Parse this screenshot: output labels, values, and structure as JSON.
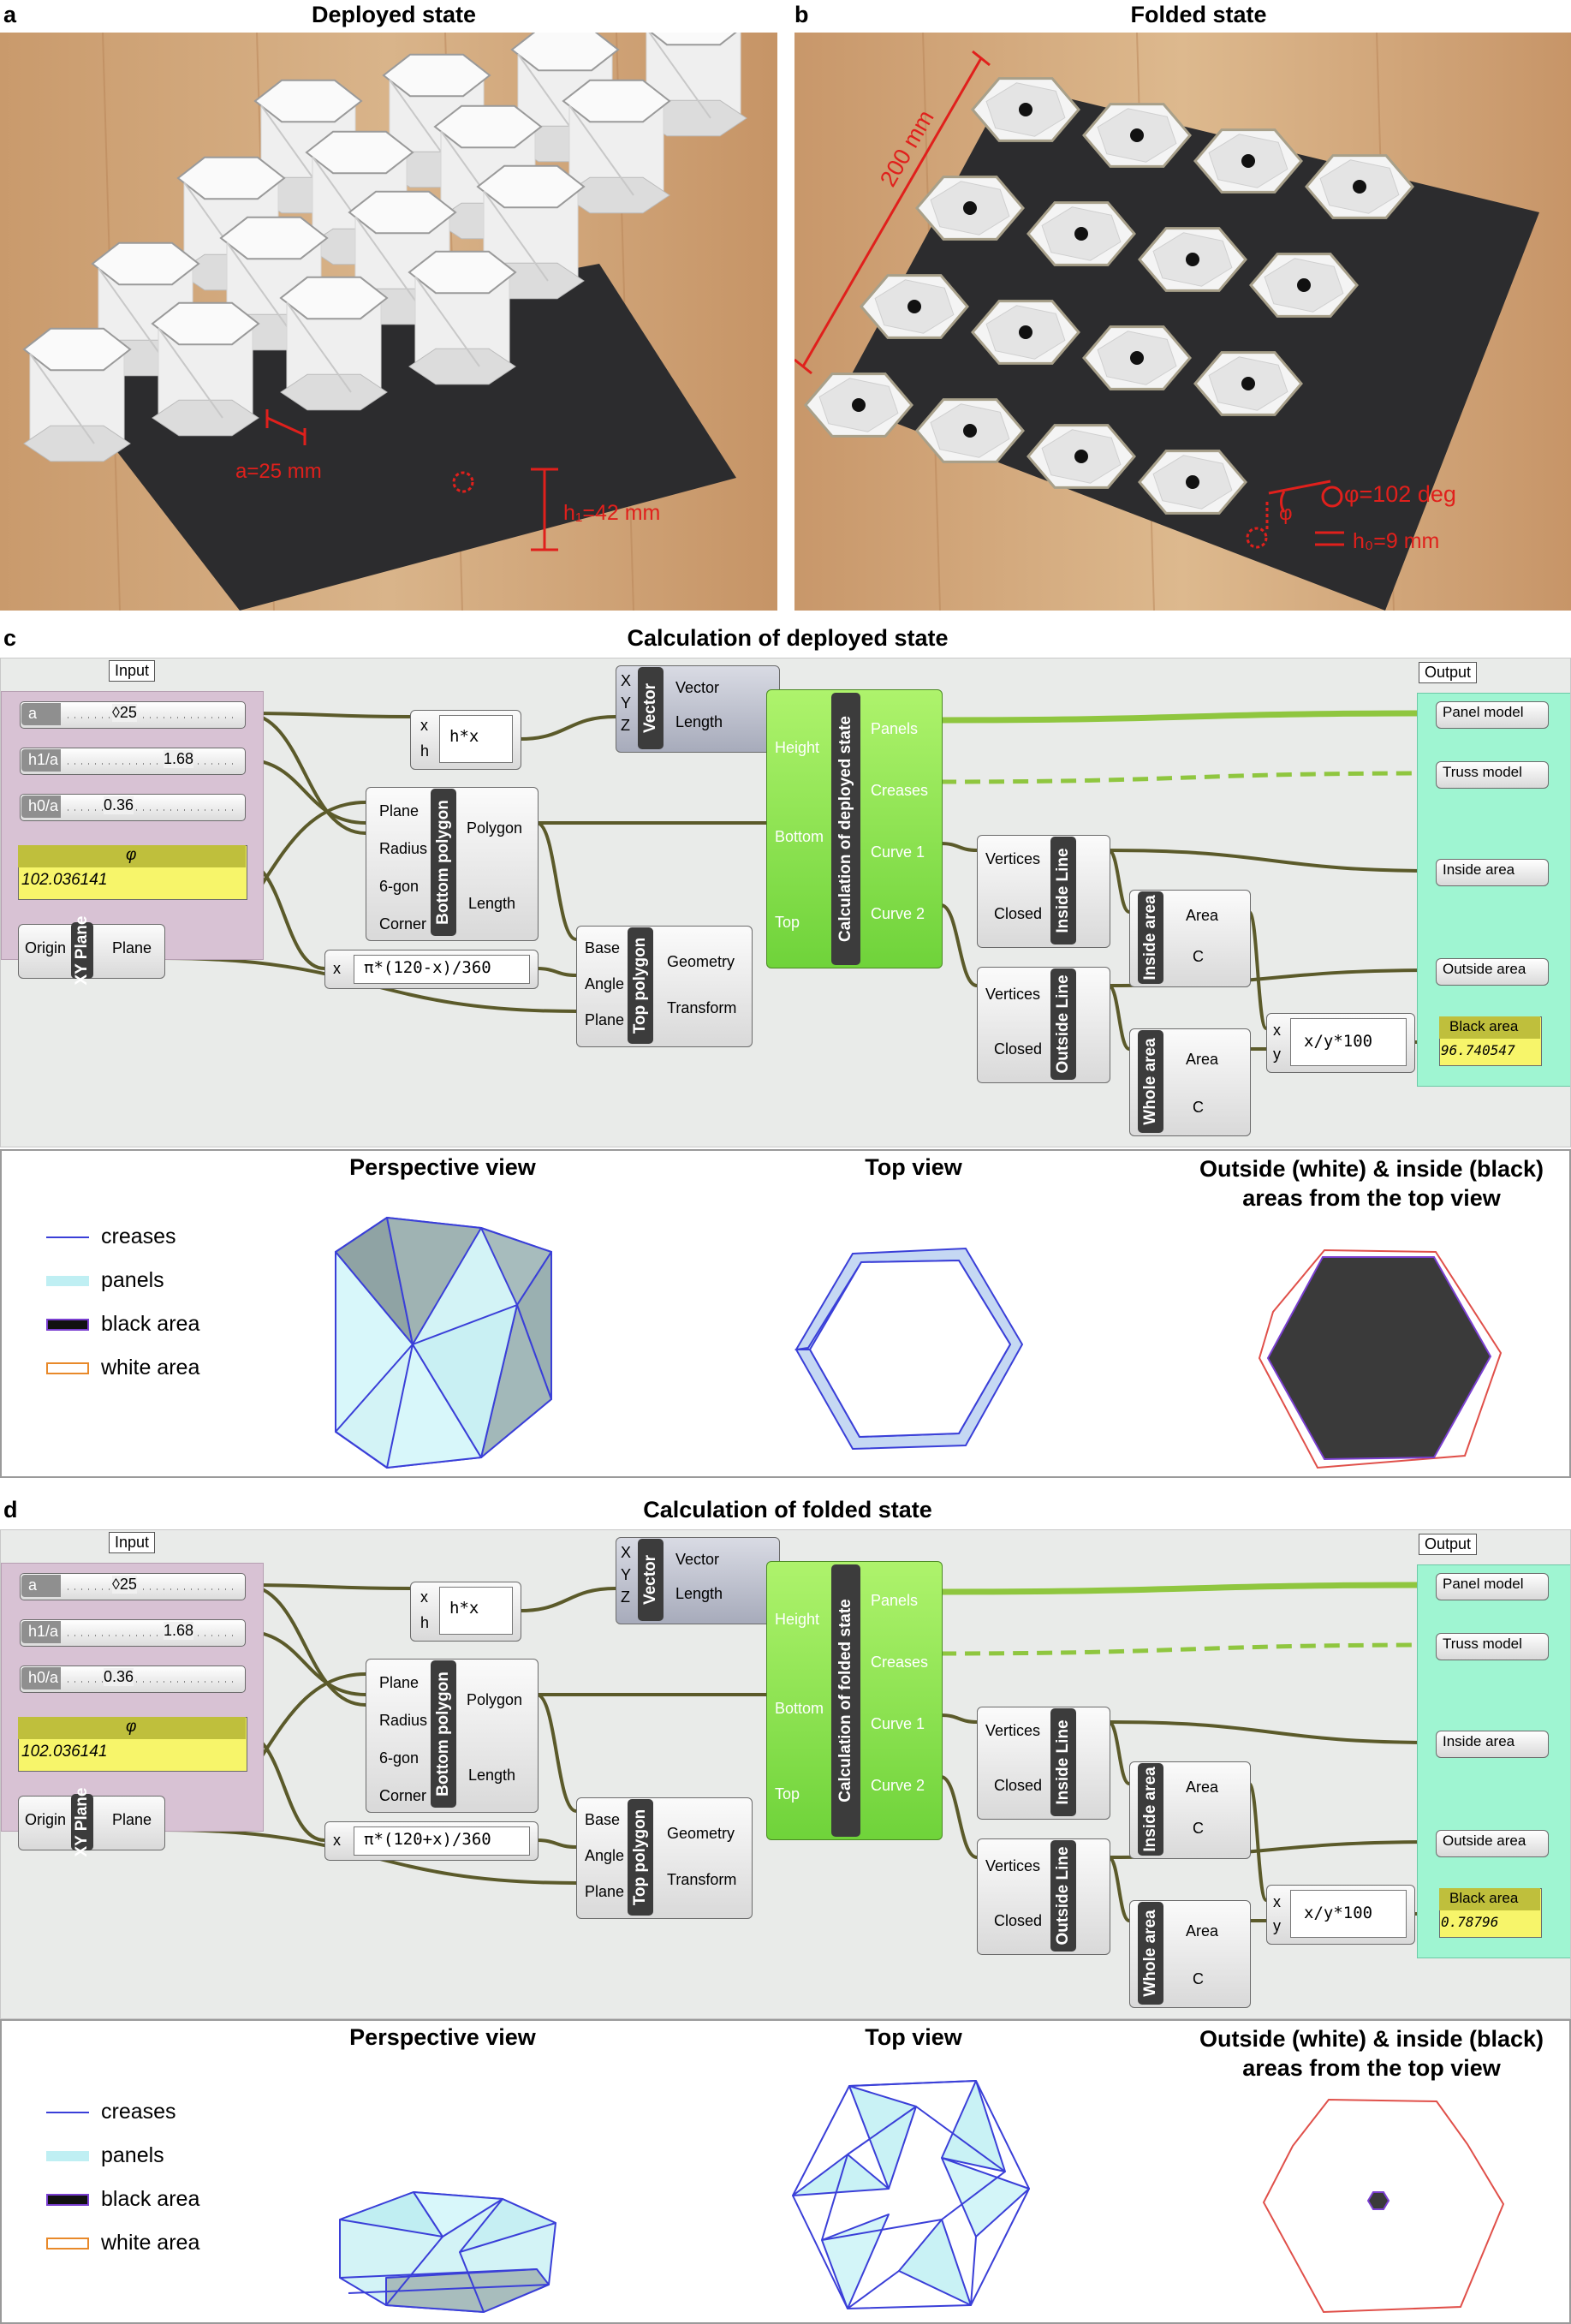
{
  "panel_a": {
    "letter": "a",
    "title": "Deployed state",
    "dim_a": "a=25 mm",
    "dim_h1": "h₁=42 mm"
  },
  "panel_b": {
    "letter": "b",
    "title": "Folded state",
    "dim_size": "200 mm",
    "dim_phi": "φ=102 deg",
    "dim_h0": "h₀=9 mm",
    "phi_sym": "φ"
  },
  "panel_c": {
    "letter": "c",
    "title": "Calculation of deployed state",
    "input_tag": "Input",
    "output_tag": "Output",
    "sliders": [
      {
        "name": "a",
        "value": "◊25"
      },
      {
        "name": "h1/a",
        "value": "1.68"
      },
      {
        "name": "h0/a",
        "value": "0.36"
      }
    ],
    "phi_label": "φ",
    "phi_value": "102.036141",
    "expr_hx": "h*x",
    "expr_pi": "π*(120-x)/360",
    "expr_area": "x/y*100",
    "main_node": "Calculation of deployed state",
    "black_value": "96.740547"
  },
  "panel_d": {
    "letter": "d",
    "title": "Calculation of folded state",
    "input_tag": "Input",
    "output_tag": "Output",
    "sliders": [
      {
        "name": "a",
        "value": "◊25"
      },
      {
        "name": "h1/a",
        "value": "1.68"
      },
      {
        "name": "h0/a",
        "value": "0.36"
      }
    ],
    "phi_label": "φ",
    "phi_value": "102.036141",
    "expr_hx": "h*x",
    "expr_pi": "π*(120+x)/360",
    "expr_area": "x/y*100",
    "main_node": "Calculation of folded state",
    "black_value": "0.78796"
  },
  "nodes": {
    "x": "x",
    "h": "h",
    "X": "X",
    "Y": "Y",
    "Z": "Z",
    "vector": "Vector",
    "vec_out1": "Vector",
    "vec_out2": "Length",
    "bp_in": [
      "Plane",
      "Radius",
      "6-gon",
      "Corner"
    ],
    "bp_title": "Bottom polygon",
    "bp_out": [
      "Polygon",
      "Length"
    ],
    "tp_in": [
      "Base",
      "Angle",
      "Plane"
    ],
    "tp_title": "Top polygon",
    "tp_out": [
      "Geometry",
      "Transform"
    ],
    "xy_in": "Origin",
    "xy_title": "XY Plane",
    "xy_out": "Plane",
    "calc_in": [
      "Height",
      "Bottom",
      "Top"
    ],
    "calc_out": [
      "Panels",
      "Creases",
      "Curve 1",
      "Curve 2"
    ],
    "il_in": [
      "Vertices",
      "Closed"
    ],
    "il_title": "Inside Line",
    "ol_title": "Outside Line",
    "ia_title": "Inside area",
    "wa_title": "Whole area",
    "area_out": [
      "Area",
      "C"
    ],
    "expr_in": [
      "x",
      "y"
    ],
    "outputs": [
      "Panel model",
      "Truss model",
      "Inside area",
      "Outside area",
      "Black area"
    ]
  },
  "views": {
    "perspective": "Perspective view",
    "top": "Top view",
    "areas": "Outside (white) & inside (black) areas from the top view",
    "legend": [
      "creases",
      "panels",
      "black area",
      "white area"
    ]
  },
  "colors": {
    "dim": "#e0201c",
    "crease": "#3a3fd8",
    "panel": "#bfeff3",
    "black": "#3a3a3a",
    "white_area": "#e8892a",
    "wire": "#5b5a2a",
    "wire_green": "#8fc63f",
    "calc_green": "#8fe84a",
    "input_bg": "#d8c2d4",
    "output_bg": "#9ff5d2"
  }
}
